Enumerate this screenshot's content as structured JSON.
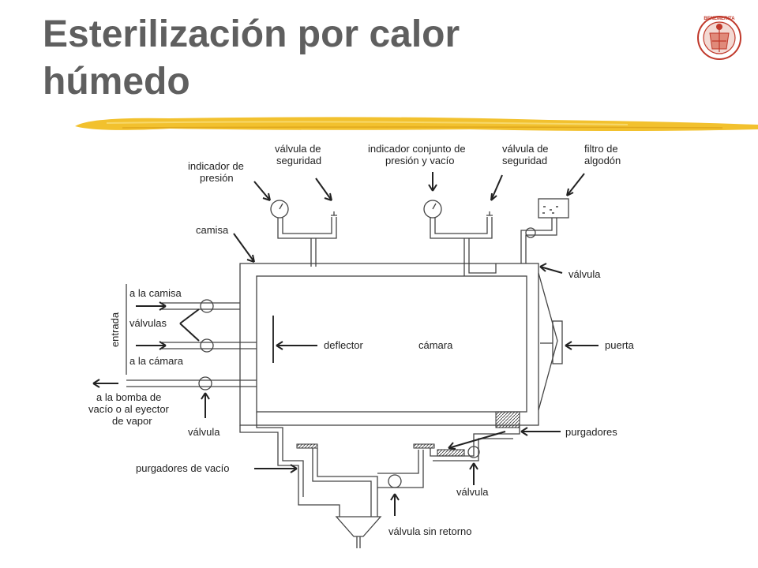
{
  "title": {
    "line1": "Esterilización por calor",
    "line2": "húmedo"
  },
  "logo": {
    "text": "BENEMERITA",
    "color": "#c0392b"
  },
  "colors": {
    "accent": "#f2c12e",
    "title": "#5f5f5f",
    "line": "#444444"
  },
  "labels": {
    "indicador_presion": [
      "indicador de",
      "presión"
    ],
    "valvula_seguridad_1": [
      "válvula de",
      "seguridad"
    ],
    "indicador_conjunto": [
      "indicador conjunto de",
      "presión y vacío"
    ],
    "valvula_seguridad_2": [
      "válvula de",
      "seguridad"
    ],
    "filtro_algodon": [
      "filtro de",
      "algodón"
    ],
    "camisa": "camisa",
    "valvula_top": "válvula",
    "a_la_camisa": "a la camisa",
    "valvulas": "válvulas",
    "entrada": "entrada",
    "a_la_camara": "a la cámara",
    "deflector": "deflector",
    "camara": "cámara",
    "puerta": "puerta",
    "bomba": [
      "a la bomba de",
      "vacío o al eyector",
      "de vapor"
    ],
    "valvula_bottom_left": "válvula",
    "purgadores": "purgadores",
    "purgadores_vacio": "purgadores de vacío",
    "valvula_bottom_right": "válvula",
    "valvula_sin_retorno": "válvula sin retorno"
  }
}
